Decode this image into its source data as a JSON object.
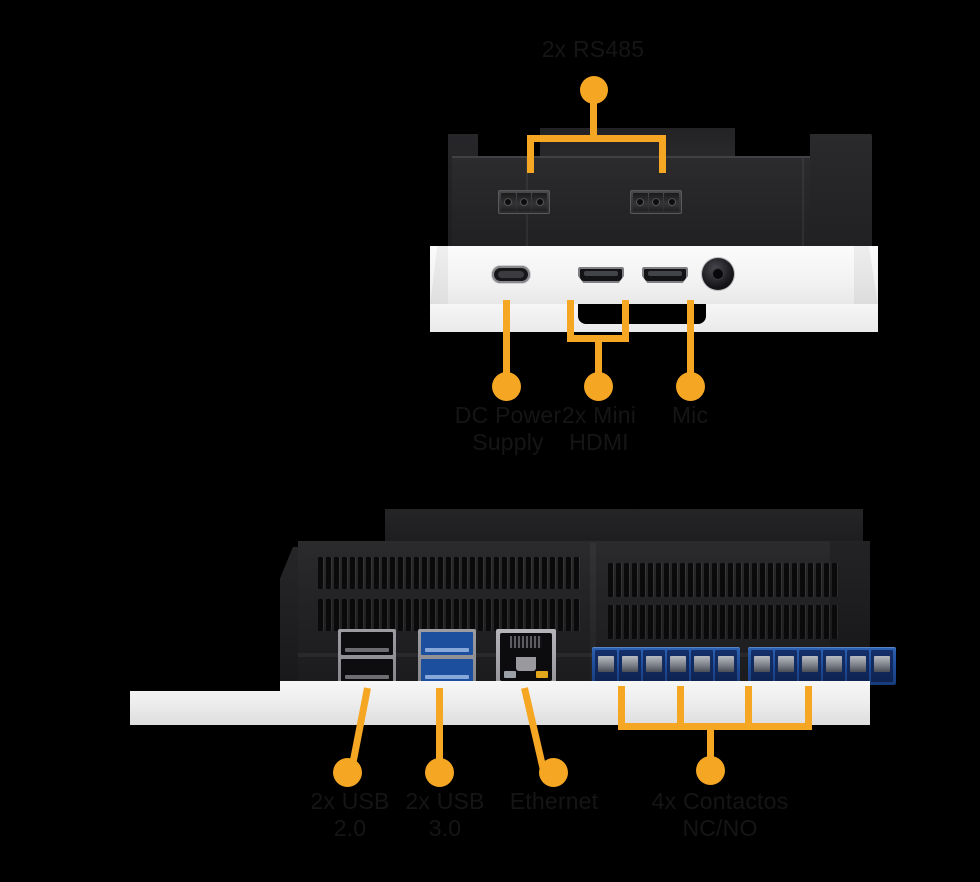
{
  "page": {
    "title": "Device Port Callout Diagram",
    "background_color": "#000000",
    "accent_color": "#F5A623",
    "label_color": "#151515"
  },
  "callouts": {
    "top_device": [
      {
        "id": "rs485",
        "label": "2x RS485",
        "kind": "bracket",
        "ports": 2
      },
      {
        "id": "dc-power",
        "label": "DC Power\nSupply",
        "kind": "single",
        "ports": 1
      },
      {
        "id": "mini-hdmi",
        "label": "2x Mini\nHDMI",
        "kind": "bracket",
        "ports": 2
      },
      {
        "id": "mic",
        "label": "Mic",
        "kind": "single",
        "ports": 1
      }
    ],
    "bottom_device": [
      {
        "id": "usb-20",
        "label": "2x USB\n2.0",
        "kind": "single",
        "ports": 2
      },
      {
        "id": "usb-30",
        "label": "2x USB\n3.0",
        "kind": "single",
        "ports": 2
      },
      {
        "id": "ethernet",
        "label": "Ethernet",
        "kind": "single",
        "ports": 1
      },
      {
        "id": "contactos",
        "label": "4x Contactos\nNC/NO",
        "kind": "bracket",
        "ports": 4
      }
    ]
  },
  "hardware": {
    "top_device": {
      "name": "industrial-controller-front-view",
      "terminal_blocks": [
        {
          "name": "rs485-terminal-block-1",
          "pins": 3
        },
        {
          "name": "rs485-terminal-block-2",
          "pins": 3
        }
      ],
      "ports": [
        {
          "name": "usb-c-power-port",
          "type": "USB-C"
        },
        {
          "name": "mini-hdmi-port-1",
          "type": "Mini HDMI"
        },
        {
          "name": "mini-hdmi-port-2",
          "type": "Mini HDMI"
        },
        {
          "name": "mic-jack-port",
          "type": "3.5mm Jack"
        }
      ]
    },
    "bottom_device": {
      "name": "industrial-controller-rear-view",
      "ports": [
        {
          "name": "usb-2-0-stack",
          "type": "USB 2.0",
          "count": 2,
          "color": "#0d0d0f"
        },
        {
          "name": "usb-3-0-stack",
          "type": "USB 3.0",
          "count": 2,
          "color": "#1c4f9e"
        },
        {
          "name": "ethernet-rj45-port",
          "type": "RJ45",
          "count": 1
        }
      ],
      "terminal_blocks": [
        {
          "name": "contact-terminal-block-1",
          "pins": 6,
          "color": "#1f4e9c"
        },
        {
          "name": "contact-terminal-block-2",
          "pins": 6,
          "color": "#1f4e9c"
        }
      ]
    }
  }
}
